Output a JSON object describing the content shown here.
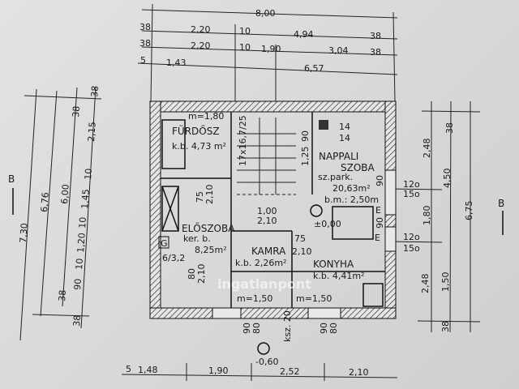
{
  "dimensions_top": {
    "row1": [
      "8,00"
    ],
    "row2": [
      "38",
      "2,20",
      "10",
      "4,94",
      "38"
    ],
    "row3": [
      "38",
      "2,20",
      "10",
      "1,90",
      "3,04",
      "38"
    ],
    "row4": [
      "5",
      "1,43",
      "6,57"
    ]
  },
  "dimensions_left": [
    "7,30",
    "6,76",
    "6,00",
    "38",
    "38",
    "2,15",
    "10",
    "1,45",
    "10",
    "1,20",
    "10",
    "90",
    "38",
    "38"
  ],
  "dimensions_right": [
    "38",
    "2,48",
    "4,50",
    "12o",
    "15o",
    "1,80",
    "12o",
    "15o",
    "2,48",
    "1,50",
    "38",
    "6,75"
  ],
  "dimensions_bottom": [
    "5",
    "1,48",
    "1,90",
    "2,52",
    "2,10"
  ],
  "section_marks": [
    "B",
    "B"
  ],
  "rooms": {
    "bathroom": {
      "name": "FÜRDŐSZ",
      "area": "k.b. 4,73 m²",
      "height": "m=1,80"
    },
    "living": {
      "name1": "NAPPALI",
      "name2": "SZOBA",
      "floor": "sz.park.",
      "area": "20,63m²",
      "ceiling": "b.m.: 2,50m"
    },
    "hall": {
      "name": "ELŐSZOBA",
      "floor": "ker. b.",
      "area": "8,25m²"
    },
    "pantry": {
      "name": "KAMRA",
      "area": "k.b. 2,26m²"
    },
    "kitchen": {
      "name": "KONYHA",
      "area": "k.b. 4,41m²"
    }
  },
  "annotations": {
    "chimney": [
      "14",
      "14"
    ],
    "level_zero": "±0,00",
    "level_outside": "-0,60",
    "door_main": [
      "1,00",
      "2,10"
    ],
    "door_hall": [
      "75",
      "2,10"
    ],
    "door_pantry": "2,10",
    "door_bath": [
      "75",
      "2,10"
    ],
    "door_small": [
      "80",
      "2,10"
    ],
    "stairs": "17x16,7/25",
    "stair_dims": [
      "1,25",
      "90"
    ],
    "window_bottom_left": "m=1,50",
    "window_bottom_right": "m=1,50",
    "window_pair": [
      "90",
      "80"
    ],
    "step": "ksz. 20",
    "window_pair2": [
      "90",
      "80"
    ],
    "window_right": [
      "90",
      "E",
      "90",
      "E"
    ],
    "gas": "G",
    "meter": "6/3,2"
  },
  "watermark": "ingatlanpont"
}
